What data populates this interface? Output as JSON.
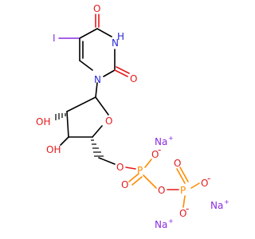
{
  "molecule": {
    "atoms": {
      "o_c4": "O",
      "n3": "N",
      "h_n3": "H",
      "i5": "I",
      "o_c2": "O",
      "n1": "N",
      "oh_c2p": "OH",
      "oh_c3p": "OH",
      "o_ring": "O",
      "o_5p": "O",
      "p1": "P",
      "o_p1_minus": "O",
      "o_p1_double": "O",
      "o_bridge": "O",
      "p2": "P",
      "o_p2_double": "O",
      "o_p2_minus_a": "O",
      "o_p2_minus_b": "O"
    },
    "charges": {
      "minus": "-",
      "plus": "+"
    },
    "counterions": [
      {
        "symbol": "Na",
        "charge": "+"
      },
      {
        "symbol": "Na",
        "charge": "+"
      },
      {
        "symbol": "Na",
        "charge": "+"
      }
    ],
    "colors": {
      "carbon": "#000000",
      "oxygen": "#e31a1c",
      "nitrogen": "#2b2bd6",
      "phosphorus": "#ff8c00",
      "iodine": "#8a2be2",
      "sodium": "#8a2be2"
    }
  }
}
